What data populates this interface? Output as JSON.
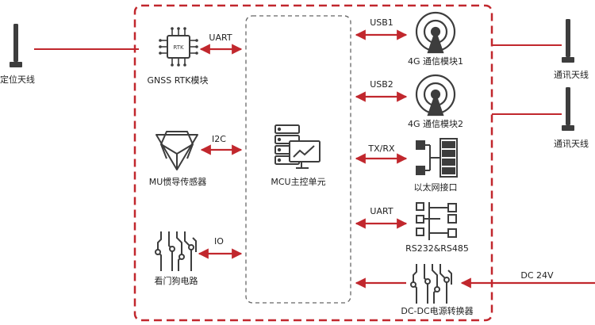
{
  "colors": {
    "accent": "#c1272d",
    "dark": "#3d3d3d",
    "dash": "#666666"
  },
  "labels": {
    "gnss": "GNSS RTK模块",
    "rtk_chip": "RTK",
    "imu": "MU惯导传感器",
    "watchdog": "看门狗电路",
    "mcu": "MCU主控单元",
    "modem1": "4G 通信模块1",
    "modem2": "4G 通信模块2",
    "ethernet": "以太网接口",
    "serial": "RS232&RS485",
    "dcdc": "DC-DC电源转换器",
    "left_antenna": "定位天线",
    "comm_antenna_1": "通讯天线",
    "comm_antenna_2": "通讯天线",
    "dc_input": "DC  24V"
  },
  "buses": {
    "uart_left": "UART",
    "i2c": "I2C",
    "io": "IO",
    "usb1": "USB1",
    "usb2": "USB2",
    "txrx": "TX/RX",
    "uart_right": "UART"
  }
}
